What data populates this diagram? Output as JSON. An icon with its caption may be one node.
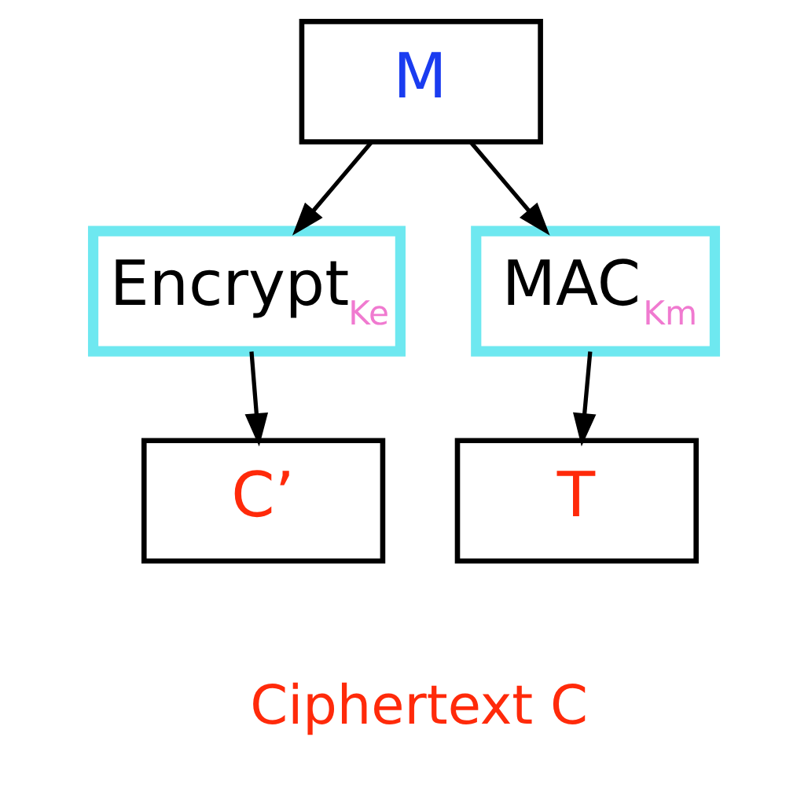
{
  "diagram": {
    "nodes": [
      {
        "text": [
          "M"
        ]
      },
      {
        "text": [
          "Encrypt$_{Ke}$"
        ]
      },
      {
        "text": [
          "MAC$_{Km}$"
        ]
      },
      {
        "text": [
          "C’"
        ]
      },
      {
        "text": [
          "T"
        ]
      }
    ],
    "edges": [
      {
        "from": 0,
        "to": 1,
        "arrow": "to"
      },
      {
        "from": 0,
        "to": 2,
        "arrow": "to"
      },
      {
        "from": 1,
        "to": 3,
        "arrow": "to"
      },
      {
        "from": 2,
        "to": 4,
        "arrow": "to"
      }
    ],
    "labels": [
      "Ciphertext C"
    ]
  }
}
